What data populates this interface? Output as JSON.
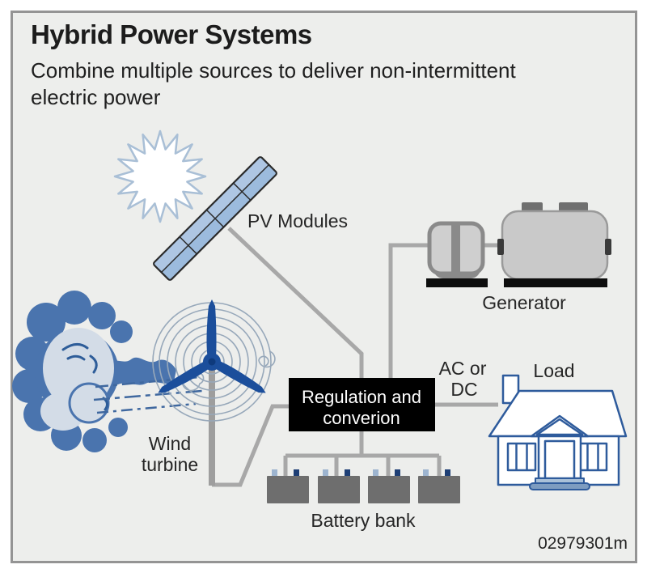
{
  "header": {
    "title": "Hybrid Power Systems",
    "subtitle_line1": "Combine multiple sources to deliver non-intermittent",
    "subtitle_line2": "electric power"
  },
  "labels": {
    "pv_modules": "PV Modules",
    "generator": "Generator",
    "wind_line1": "Wind",
    "wind_line2": "turbine",
    "regulation_line1": "Regulation and",
    "regulation_line2": "converion",
    "ac_dc_line1": "AC or",
    "ac_dc_line2": "DC",
    "load": "Load",
    "battery_bank": "Battery bank"
  },
  "figure_id": "02979301m",
  "diagram": {
    "nodes": [
      "sun",
      "pv-modules",
      "wind",
      "wind-turbine",
      "generator",
      "regulation-conversion",
      "battery-bank",
      "load"
    ],
    "battery_count": 4,
    "connections": [
      {
        "from": "pv-modules",
        "to": "regulation-conversion"
      },
      {
        "from": "generator",
        "to": "regulation-conversion"
      },
      {
        "from": "wind-turbine",
        "to": "regulation-conversion"
      },
      {
        "from": "regulation-conversion",
        "to": "battery-bank"
      },
      {
        "from": "regulation-conversion",
        "to": "load",
        "label": "AC or DC"
      }
    ]
  },
  "colors": {
    "panel_bg": "#edeeec",
    "panel_border": "#949494",
    "wire_gray": "#a8a8a8",
    "regulation_box_bg": "#000000",
    "regulation_box_text": "#ffffff",
    "turbine_blue": "#1b4e9b",
    "cloud_blue": "#4a74ae",
    "cloud_face_light": "#d3dce7",
    "pv_panel_blue": "#a6c1e0",
    "sun_ray_blue": "#a9bfd6",
    "machine_gray": "#c9c9c9",
    "machine_dark_gray": "#8a8a8a",
    "battery_gray": "#6e6e6e",
    "battery_terminal_light": "#9db4cf",
    "battery_terminal_dark": "#1e3f75",
    "house_outline_blue": "#2e5b9c"
  }
}
